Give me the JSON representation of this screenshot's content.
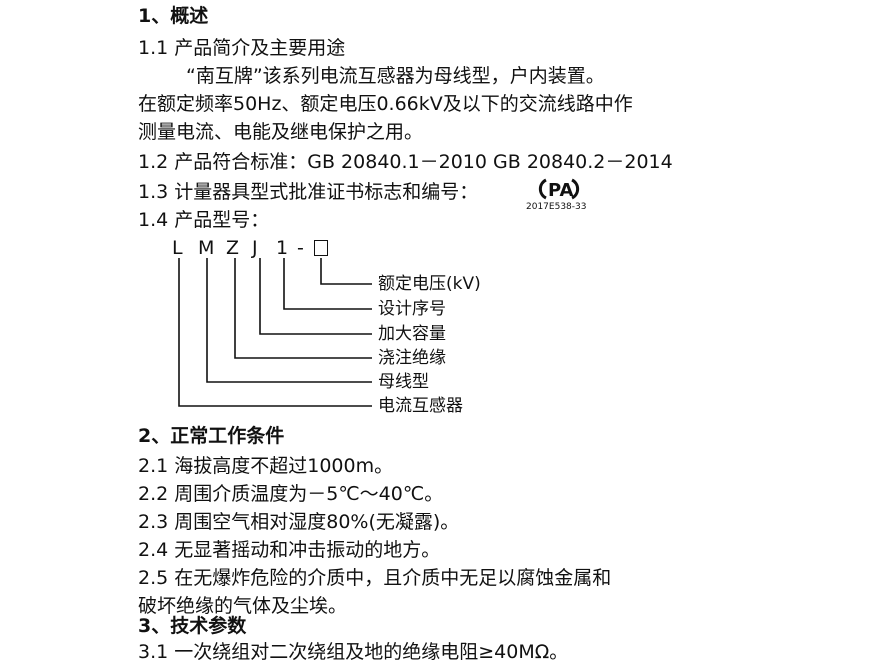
{
  "sections": {
    "s1_title": "1、概述",
    "s1_1": "1.1  产品简介及主要用途",
    "para1_a": "“南互牌”该系列电流互感器为母线型，户内装置。",
    "para1_b": "在额定频率50Hz、额定电压0.66kV及以下的交流线路中作",
    "para1_c": "测量电流、电能及继电保护之用。",
    "s1_2": "1.2  产品符合标准：GB 20840.1－2010 GB 20840.2－2014",
    "s1_3": "1.3  计量器具型式批准证书标志和编号：",
    "cert_code": "2017E538-33",
    "cert_mark": "PA",
    "s1_4": "1.4  产品型号：",
    "model": {
      "letters": [
        "L",
        "M",
        "Z",
        "J",
        "1",
        "-"
      ],
      "labels": [
        "额定电压(kV)",
        "设计序号",
        "加大容量",
        "浇注绝缘",
        "母线型",
        "电流互感器"
      ]
    },
    "s2_title": "2、正常工作条件",
    "s2_1": "2.1  海拔高度不超过1000m。",
    "s2_2": "2.2  周围介质温度为－5℃～40℃。",
    "s2_3": "2.3  周围空气相对湿度80%(无凝露)。",
    "s2_4": "2.4  无显著摇动和冲击振动的地方。",
    "s2_5a": "2.5  在无爆炸危险的介质中，且介质中无足以腐蚀金属和",
    "s2_5b": "破坏绝缘的气体及尘埃。",
    "s3_title": "3、技术参数",
    "s3_1": "3.1  一次绕组对二次绕组及地的绝缘电阻≥40MΩ。"
  }
}
